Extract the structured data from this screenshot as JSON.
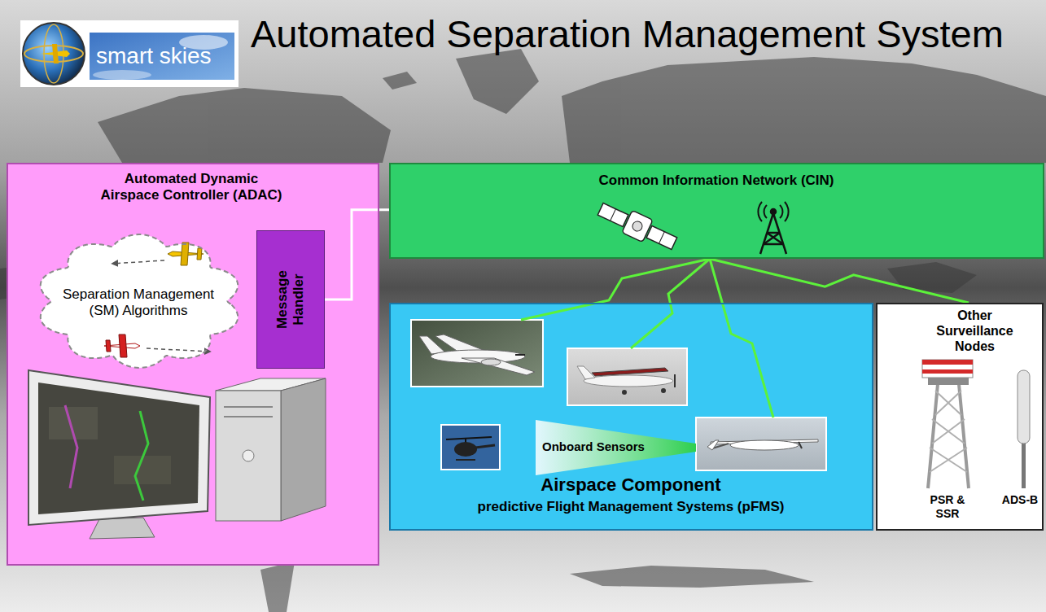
{
  "diagram": {
    "title": "Automated Separation Management System",
    "nodes": [
      {
        "text": [
          "Automated Dynamic Airspace Controller (ADAC)"
        ]
      },
      {
        "text": [
          "Separation Management (SM) Algorithms"
        ],
        "in": 0
      },
      {
        "text": [
          "Message Handler"
        ],
        "in": 0
      },
      {
        "text": [
          "Common Information Network (CIN)"
        ]
      },
      {
        "text": [
          "Airspace Component",
          "predictive Flight Management Systems (pFMS)"
        ]
      },
      {
        "text": [
          "Onboard Sensors"
        ],
        "in": 4
      },
      {
        "text": [
          "Other Surveillance Nodes",
          "PSR & SSR",
          "ADS-B"
        ]
      }
    ],
    "edges": [
      {
        "from": 2,
        "to": 3,
        "arrow": "none"
      },
      {
        "from": 3,
        "to": 6,
        "arrow": "none"
      }
    ],
    "labels": [
      "smart skies"
    ]
  }
}
